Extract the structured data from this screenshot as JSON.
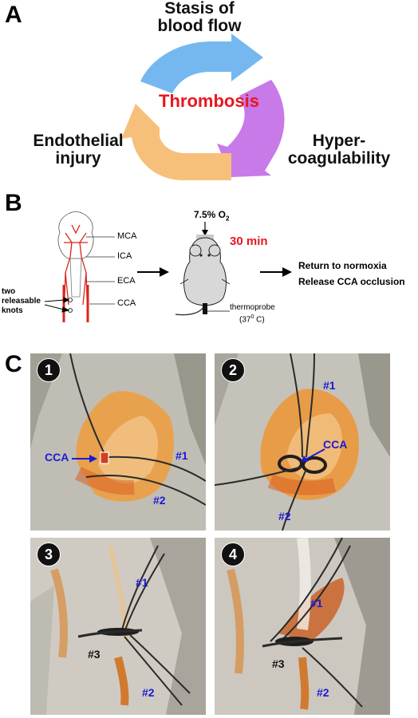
{
  "panel_a": {
    "letter": "A",
    "center": "Thrombosis",
    "top_label_line1": "Stasis of",
    "top_label_line2": "blood flow",
    "left_label_line1": "Endothelial",
    "left_label_line2": "injury",
    "right_label_line1": "Hyper-",
    "right_label_line2": "coagulability",
    "colors": {
      "blue_arrow": "#74b8ef",
      "orange_arrow": "#f7c07a",
      "purple_arrow": "#c77ae8",
      "center_text": "#e8161e"
    }
  },
  "panel_b": {
    "letter": "B",
    "vessels": {
      "mca": "MCA",
      "ica": "ICA",
      "eca": "ECA",
      "cca": "CCA"
    },
    "knots_line1": "two",
    "knots_line2": "releasable",
    "knots_line3": "knots",
    "oxygen_prefix": "7.5% O",
    "oxygen_sub": "2",
    "duration": "30 min",
    "thermoprobe": "thermoprobe",
    "temperature_open": "(37",
    "temperature_sup": "0",
    "temperature_close": " C)",
    "outcome_line1": "Return to normoxia",
    "outcome_line2": "Release CCA occlusion",
    "colors": {
      "vessel": "#d9251c",
      "duration": "#e8161e",
      "mouse": "#d8d8d8"
    }
  },
  "panel_c": {
    "letter": "C",
    "photos": [
      {
        "step": "1",
        "labels": [
          "CCA",
          "#1",
          "#2"
        ]
      },
      {
        "step": "2",
        "labels": [
          "#1",
          "CCA",
          "#2"
        ]
      },
      {
        "step": "3",
        "labels": [
          "#1",
          "#3",
          "#2"
        ]
      },
      {
        "step": "4",
        "labels": [
          "#1",
          "#3",
          "#2"
        ]
      }
    ],
    "colors": {
      "annotation": "#1a1ad6"
    }
  }
}
